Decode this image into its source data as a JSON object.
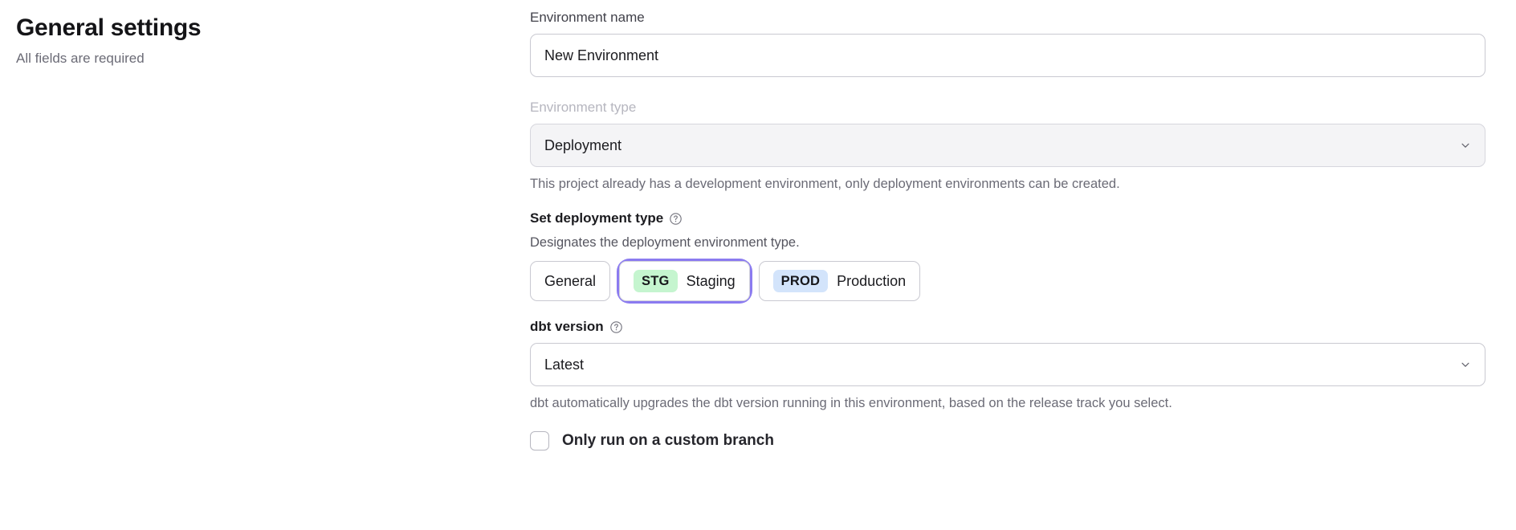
{
  "header": {
    "title": "General settings",
    "subtitle": "All fields are required"
  },
  "form": {
    "environment_name": {
      "label": "Environment name",
      "value": "New Environment",
      "placeholder": "Environment name"
    },
    "environment_type": {
      "label": "Environment type",
      "value": "Deployment",
      "disabled": true,
      "hint": "This project already has a development environment, only deployment environments can be created.",
      "chevron_icon": "chevron-down-icon"
    },
    "deployment_type": {
      "label": "Set deployment type",
      "help_icon": "help-circle-icon",
      "description": "Designates the deployment environment type.",
      "options": [
        {
          "badge": "",
          "label": "General",
          "selected": false,
          "focused": false
        },
        {
          "badge": "STG",
          "label": "Staging",
          "selected": true,
          "focused": true
        },
        {
          "badge": "PROD",
          "label": "Production",
          "selected": false,
          "focused": false
        }
      ]
    },
    "dbt_version": {
      "label": "dbt version",
      "help_icon": "help-circle-icon",
      "value": "Latest",
      "hint": "dbt automatically upgrades the dbt version running in this environment, based on the release track you select.",
      "chevron_icon": "chevron-down-icon"
    },
    "custom_branch": {
      "label": "Only run on a custom branch",
      "checked": false
    }
  },
  "colors": {
    "focus_ring": "#8b7bf0",
    "badge_staging_bg": "#c5f5cf",
    "badge_production_bg": "#d3e4fb",
    "border": "#c9c9d1",
    "disabled_bg": "#f4f4f6",
    "muted_text": "#6b6b76"
  }
}
